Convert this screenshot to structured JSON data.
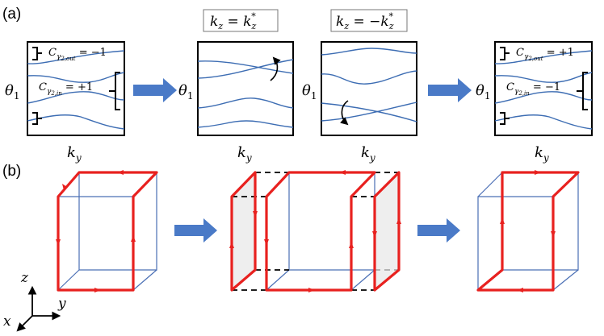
{
  "panel_a": {
    "label": "(a)",
    "box1": {
      "ylabel": "θ",
      "ylabel_sub": "1",
      "xlabel": "k",
      "xlabel_sub": "y",
      "top_label": "C",
      "top_label_sub": "γ",
      "top_label_subsub": "2,out",
      "top_label_val": " = −1",
      "mid_label": "C",
      "mid_label_sub": "γ",
      "mid_label_subsub": "2,in",
      "mid_label_val": " = +1"
    },
    "box2": {
      "ylabel": "θ",
      "ylabel_sub": "1",
      "xlabel": "k",
      "xlabel_sub": "y",
      "header": "k",
      "header_sub": "z",
      "header_rest": " = k",
      "header_rest_sub": "z",
      "header_sup": "*"
    },
    "box3": {
      "ylabel": "θ",
      "ylabel_sub": "1",
      "xlabel": "k",
      "xlabel_sub": "y",
      "header": "k",
      "header_sub": "z",
      "header_rest": " = −k",
      "header_rest_sub": "z",
      "header_sup": "*"
    },
    "box4": {
      "ylabel": "θ",
      "ylabel_sub": "1",
      "xlabel": "k",
      "xlabel_sub": "y",
      "top_label": "C",
      "top_label_sub": "γ",
      "top_label_subsub": "2,out",
      "top_label_val": " = +1",
      "mid_label": "C",
      "mid_label_sub": "γ",
      "mid_label_subsub": "2,in",
      "mid_label_val": " = −1"
    }
  },
  "panel_b": {
    "label": "(b)",
    "axes": {
      "z": "z",
      "y": "y",
      "x": "x"
    }
  },
  "colors": {
    "curve": "#3d6db3",
    "frame": "#000000",
    "arrow_block": "#4a7ac7",
    "red_path": "#e8211f",
    "cube_edge": "#4a6fb5",
    "shade": "#efefef",
    "dashed": "#000000"
  }
}
